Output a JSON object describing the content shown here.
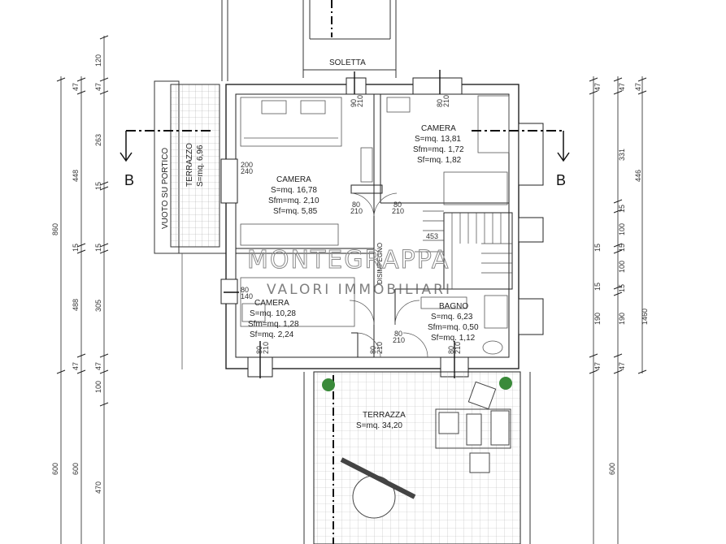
{
  "rooms": {
    "soletta": "SOLETTA",
    "vuoto": "VUOTO SU PORTICO",
    "terrazzo": {
      "name": "TERRAZZO",
      "s": "S=mq. 6,96"
    },
    "camera_master": {
      "name": "CAMERA",
      "s": "S=mq. 16,78",
      "sfm": "Sfm=mq. 2,10",
      "sf": "Sf=mq. 5,85"
    },
    "camera_ne": {
      "name": "CAMERA",
      "s": "S=mq. 13,81",
      "sfm": "Sfm=mq. 1,72",
      "sf": "Sf=mq. 1,82"
    },
    "camera_sw": {
      "name": "CAMERA",
      "s": "S=mq. 10,28",
      "sfm": "Sfm=mq. 1,28",
      "sf": "Sf=mq. 2,24"
    },
    "bagno": {
      "name": "BAGNO",
      "s": "S=mq. 6,23",
      "sfm": "Sfm=mq. 0,50",
      "sf": "Sf=mq. 1,12"
    },
    "terrazza": {
      "name": "TERRAZZA",
      "s": "S=mq. 34,20"
    },
    "disimpegno": "DISIMPEGNO"
  },
  "section_labels": {
    "left": "B",
    "right": "B"
  },
  "stair_number": "453",
  "openings": {
    "o1": [
      "90",
      "210"
    ],
    "o2": [
      "80",
      "210"
    ],
    "o3": [
      "80",
      "210"
    ],
    "o4": [
      "80",
      "210"
    ],
    "o5": [
      "200",
      "240"
    ],
    "o6": [
      "80",
      "140"
    ],
    "o7": [
      "80",
      "210"
    ],
    "o8": [
      "80",
      "210"
    ],
    "o9": [
      "80",
      "210"
    ],
    "o10": [
      "80",
      "210"
    ]
  },
  "dims": {
    "far_left": [
      "860",
      "600"
    ],
    "left": [
      "263",
      "448",
      "15",
      "488",
      "305",
      "47",
      "100",
      "600",
      "120",
      "47"
    ],
    "left_inner": [
      "47",
      "47",
      "15",
      "15",
      "47",
      "470"
    ],
    "right_inner": [
      "47",
      "15",
      "15",
      "190",
      "47"
    ],
    "right_mid": [
      "47",
      "331",
      "15",
      "100",
      "100",
      "15",
      "15",
      "190",
      "47",
      "600"
    ],
    "right": [
      "47",
      "446",
      "1460"
    ]
  },
  "watermark": {
    "line1": "MONTEGRAPPA",
    "line2": "VALORI IMMOBILIARI"
  }
}
